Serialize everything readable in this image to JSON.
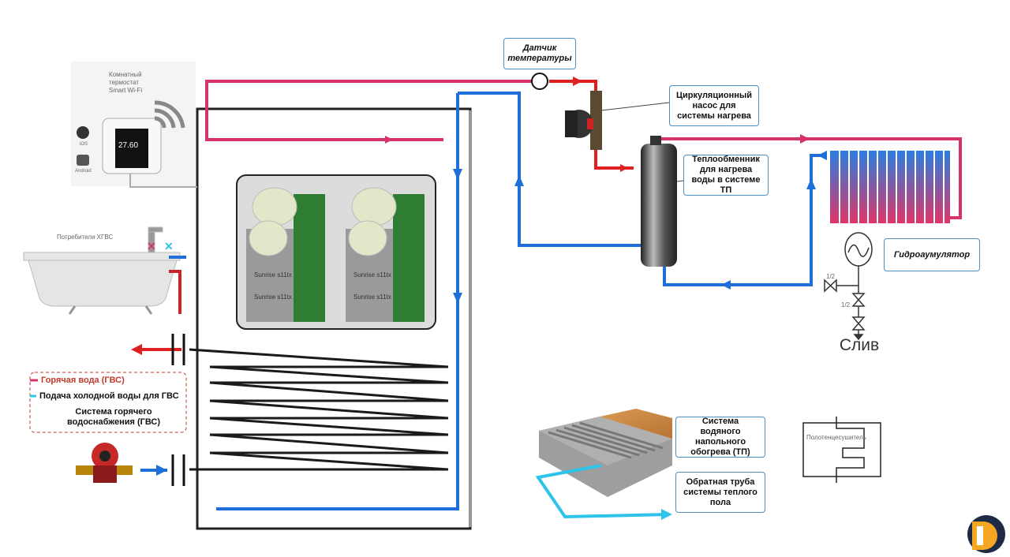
{
  "labels": {
    "temp_sensor": "Датчик температуры",
    "circ_pump": "Циркуляционный насос для системы нагрева",
    "heat_exchanger": "Теплообменник для нагрева воды в системе ТП",
    "hydroaccumulator": "Гидроаумулятор",
    "drain": "Слив",
    "floor_heating": "Система водяного напольного обогрева (ТП)",
    "return_pipe": "Обратная труба системы теплого пола",
    "towel_dryer": "Полотенцесушитель",
    "thermostat": "Комнатный термостат Smart Wi-Fi",
    "thermostat_display": "27.60",
    "os_ios": "iOS",
    "os_android": "Android",
    "consumers": "Потребители ХГВС",
    "valve_mark_1": "1/2",
    "valve_mark_2": "1/2"
  },
  "legend": {
    "hot_water": "Горячая вода (ГВС)",
    "cold_water": "Подача холодной воды для ГВС",
    "system": "Система горячего водоснабжения (ГВС)"
  },
  "modules": [
    {
      "label": "Sunrise s11tx"
    },
    {
      "label": "Sunrise s11tx"
    },
    {
      "label": "Sunrise s11tx"
    },
    {
      "label": "Sunrise s11tx"
    }
  ],
  "colors": {
    "hot": "#d6336c",
    "red": "#e02020",
    "cold": "#1e6fd9",
    "cyan": "#2ec4ea",
    "legend_border": "#c0392b",
    "box_border": "#4a8fc6",
    "logo_orange": "#f5a623",
    "logo_navy": "#1f2a44"
  }
}
